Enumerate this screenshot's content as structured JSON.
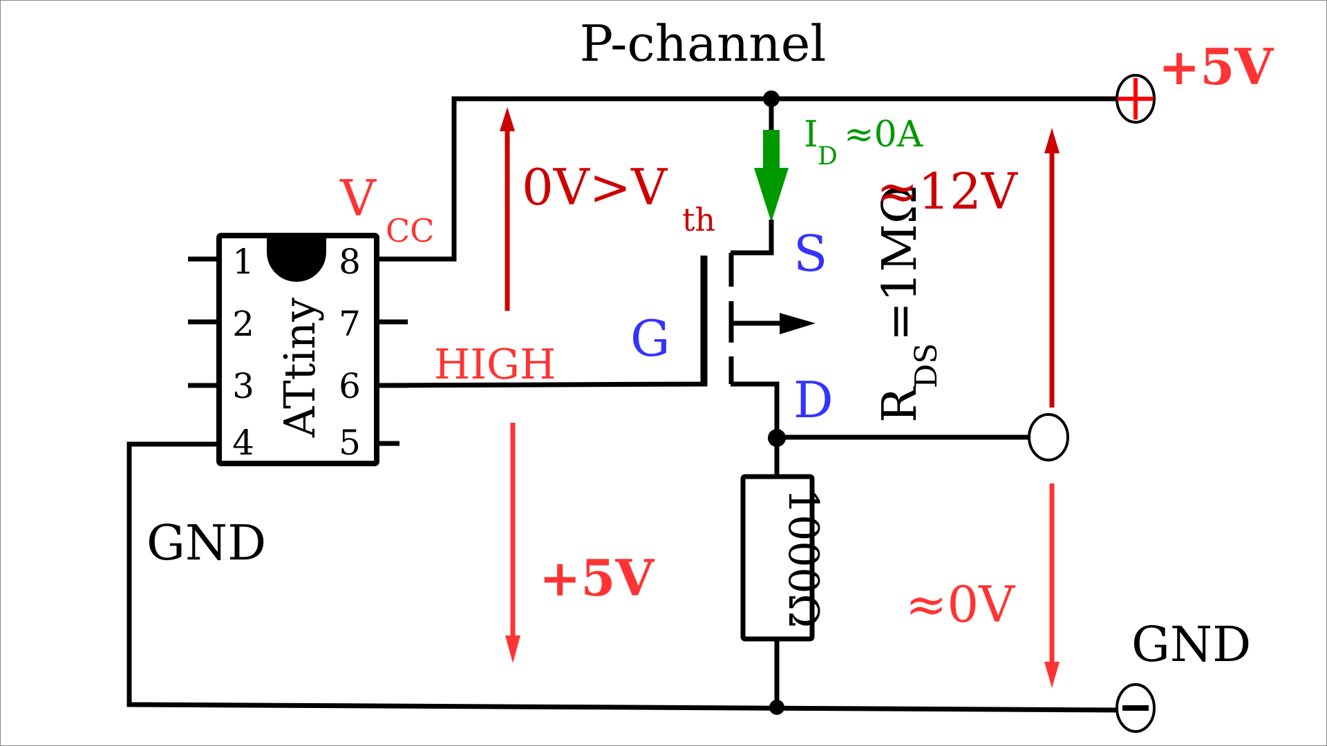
{
  "title": "P-channel",
  "colors": {
    "wire": "#000000",
    "label_red_bright": "#ff3333",
    "label_red_dark": "#cc0000",
    "current_green": "#009900",
    "pin_blue": "#3333ff",
    "terminal_plus": "#ff0000"
  },
  "ic": {
    "name": "ATtiny",
    "pins_left": [
      "1",
      "2",
      "3",
      "4"
    ],
    "pins_right": [
      "8",
      "7",
      "6",
      "5"
    ]
  },
  "labels": {
    "vcc_main": "V",
    "vcc_sub": "CC",
    "gate_signal": "HIGH",
    "gnd_left": "GND",
    "vgs_main": "0V>V",
    "vgs_sub": "th",
    "vgs_lower": "+5V",
    "id_main": "I",
    "id_sub": "D",
    "id_value": "≈0A",
    "pin_source": "S",
    "pin_gate": "G",
    "pin_drain": "D",
    "rds_main": "R",
    "rds_sub": "DS",
    "rds_value": "=1MΩ",
    "vds": "≈12V",
    "resistor": "1000Ω",
    "vout": "≈0V",
    "supply_plus": "+5V",
    "supply_gnd": "GND"
  },
  "terminals": {
    "plus_icon": "plus-terminal-icon",
    "minus_icon": "minus-terminal-icon",
    "output_icon": "output-terminal-icon"
  }
}
